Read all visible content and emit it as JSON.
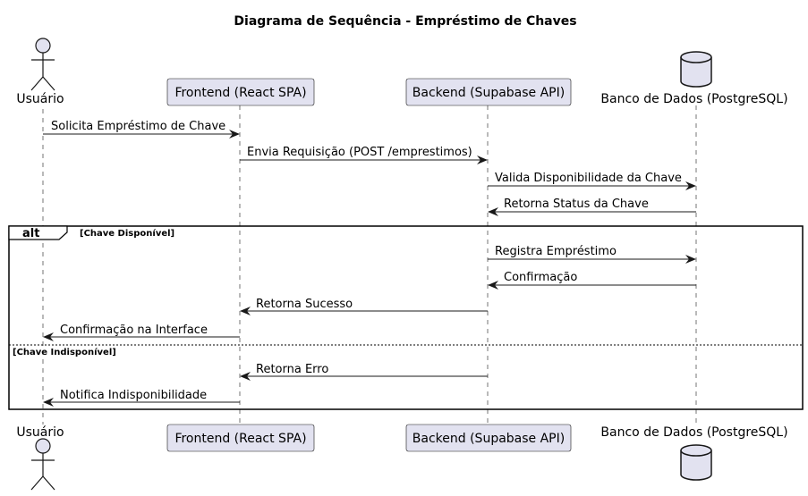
{
  "diagram": {
    "title": "Diagrama de Sequência - Empréstimo de Chaves",
    "participants": [
      {
        "id": "usuario",
        "name": "Usuário",
        "kind": "actor"
      },
      {
        "id": "frontend",
        "name": "Frontend (React SPA)",
        "kind": "participant"
      },
      {
        "id": "backend",
        "name": "Backend (Supabase API)",
        "kind": "participant"
      },
      {
        "id": "db",
        "name": "Banco de Dados (PostgreSQL)",
        "kind": "database"
      }
    ],
    "messages": [
      {
        "from": "usuario",
        "to": "frontend",
        "label": "Solicita Empréstimo de Chave"
      },
      {
        "from": "frontend",
        "to": "backend",
        "label": "Envia Requisição (POST /emprestimos)"
      },
      {
        "from": "backend",
        "to": "db",
        "label": "Valida Disponibilidade da Chave"
      },
      {
        "from": "db",
        "to": "backend",
        "label": "Retorna Status da Chave"
      },
      {
        "from": "backend",
        "to": "db",
        "label": "Registra Empréstimo"
      },
      {
        "from": "db",
        "to": "backend",
        "label": "Confirmação"
      },
      {
        "from": "backend",
        "to": "frontend",
        "label": "Retorna Sucesso"
      },
      {
        "from": "frontend",
        "to": "usuario",
        "label": "Confirmação na Interface"
      },
      {
        "from": "backend",
        "to": "frontend",
        "label": "Retorna Erro"
      },
      {
        "from": "frontend",
        "to": "usuario",
        "label": "Notifica Indisponibilidade"
      }
    ],
    "fragment": {
      "keyword": "alt",
      "guard1": "[Chave Disponível]",
      "guard2": "[Chave Indisponível]"
    },
    "colors": {
      "participant_fill": "#e2e2f0",
      "participant_stroke": "#181818",
      "lifeline": "#181818",
      "arrow": "#181818"
    }
  }
}
